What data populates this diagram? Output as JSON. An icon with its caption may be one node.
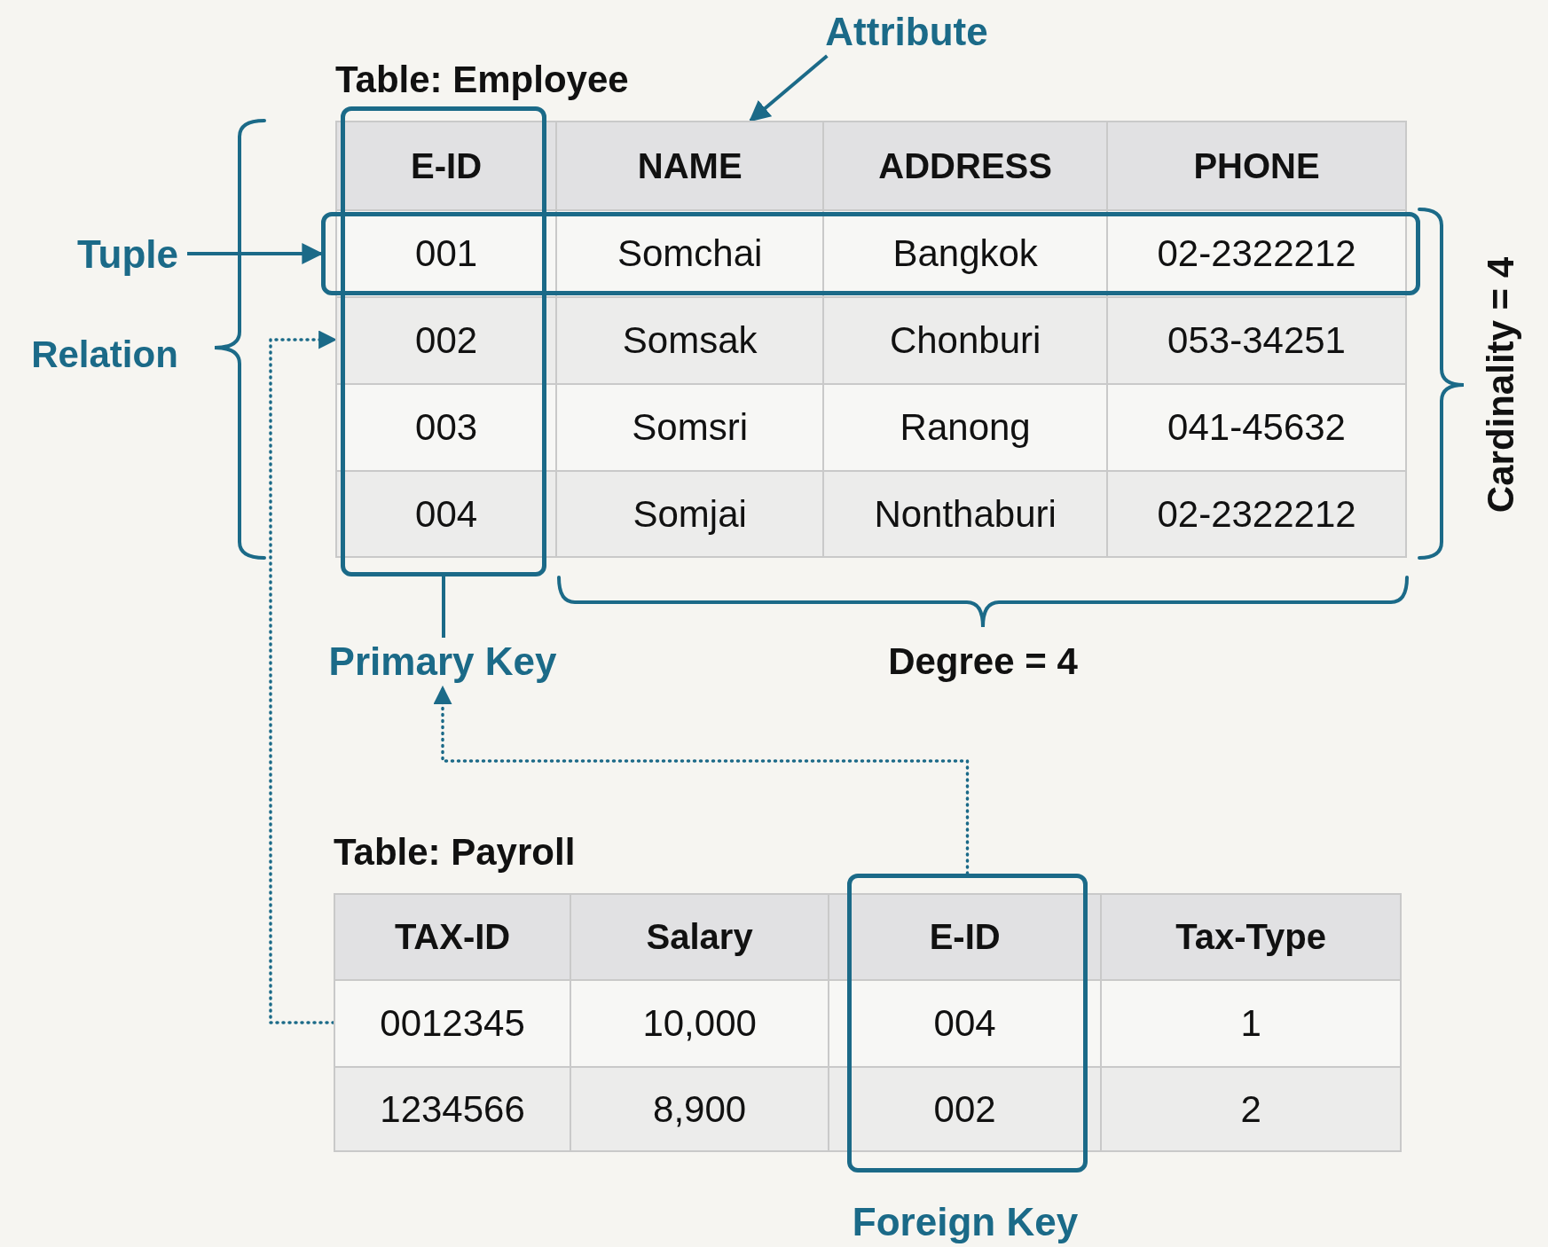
{
  "diagram": {
    "nodes": [
      {
        "text": [
          "Table: Employee"
        ]
      },
      {
        "text": [],
        "shape": "box",
        "in": 0
      },
      {
        "text": [],
        "shape": "box",
        "in": 0
      },
      {
        "text": [
          "Table: Payroll"
        ]
      },
      {
        "text": [],
        "shape": "box",
        "in": 3
      },
      {
        "text": [
          "Attribute"
        ]
      },
      {
        "text": [
          "Tuple"
        ]
      },
      {
        "text": [
          "Primary Key"
        ]
      },
      {
        "text": [
          "Foreign Key"
        ]
      }
    ],
    "edges": [
      {
        "from": 5,
        "to": 0,
        "arrow": "to"
      },
      {
        "from": 6,
        "to": 2,
        "arrow": "to"
      },
      {
        "from": 1,
        "to": 7,
        "arrow": "none"
      },
      {
        "from": 4,
        "to": 7,
        "arrow": "to",
        "style": "dashed"
      },
      {
        "from": 3,
        "to": 0,
        "arrow": "to",
        "style": "dashed"
      }
    ],
    "labels": [
      "Relation",
      "E-ID",
      "NAME",
      "ADDRESS",
      "PHONE",
      "001",
      "Somchai",
      "Bangkok",
      "02-2322212",
      "002",
      "Somsak",
      "Chonburi",
      "053-34251",
      "003",
      "Somsri",
      "Ranong",
      "041-45632",
      "004",
      "Somjai",
      "Nonthaburi",
      "02-2322212",
      "Cardinality = 4",
      "Degree = 4",
      "TAX-ID",
      "Salary",
      "E-ID",
      "Tax-Type",
      "0012345",
      "10,000",
      "004",
      "1",
      "1234566",
      "8,900",
      "002",
      "2"
    ]
  }
}
